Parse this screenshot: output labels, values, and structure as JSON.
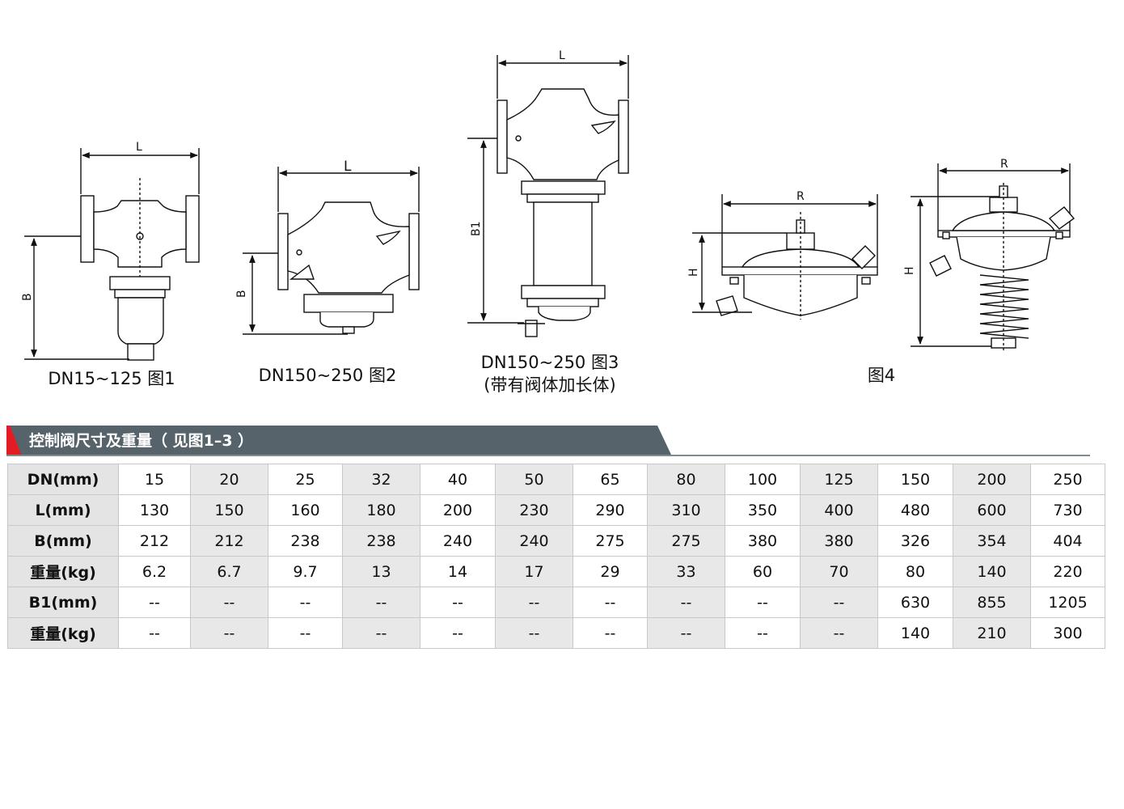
{
  "figures": [
    {
      "caption_lines": [
        "DN15~125 图1"
      ],
      "dims": [
        "L",
        "B"
      ]
    },
    {
      "caption_lines": [
        "DN150~250 图2"
      ],
      "dims": [
        "L",
        "B"
      ]
    },
    {
      "caption_lines": [
        "DN150~250 图3",
        "(带有阀体加长体)"
      ],
      "dims": [
        "L",
        "B1"
      ]
    },
    {
      "caption_lines": [
        "图4"
      ],
      "dims": [
        "R",
        "H"
      ]
    },
    {
      "caption_lines": [
        ""
      ],
      "dims": [
        "R",
        "H"
      ]
    }
  ],
  "section": {
    "title": "控制阀尺寸及重量（ 见图1–3 ）",
    "bar_color": "#56636a",
    "accent_color": "#e31b23"
  },
  "table": {
    "rows": [
      {
        "label": "DN(mm)",
        "cells": [
          "15",
          "20",
          "25",
          "32",
          "40",
          "50",
          "65",
          "80",
          "100",
          "125",
          "150",
          "200",
          "250"
        ]
      },
      {
        "label": "L(mm)",
        "cells": [
          "130",
          "150",
          "160",
          "180",
          "200",
          "230",
          "290",
          "310",
          "350",
          "400",
          "480",
          "600",
          "730"
        ]
      },
      {
        "label": "B(mm)",
        "cells": [
          "212",
          "212",
          "238",
          "238",
          "240",
          "240",
          "275",
          "275",
          "380",
          "380",
          "326",
          "354",
          "404"
        ]
      },
      {
        "label": "重量(kg)",
        "cells": [
          "6.2",
          "6.7",
          "9.7",
          "13",
          "14",
          "17",
          "29",
          "33",
          "60",
          "70",
          "80",
          "140",
          "220"
        ]
      },
      {
        "label": "B1(mm)",
        "cells": [
          "--",
          "--",
          "--",
          "--",
          "--",
          "--",
          "--",
          "--",
          "--",
          "--",
          "630",
          "855",
          "1205"
        ]
      },
      {
        "label": "重量(kg)",
        "cells": [
          "--",
          "--",
          "--",
          "--",
          "--",
          "--",
          "--",
          "--",
          "--",
          "--",
          "140",
          "210",
          "300"
        ]
      }
    ],
    "shaded_columns": [
      1,
      3,
      5,
      7,
      9,
      11
    ]
  }
}
